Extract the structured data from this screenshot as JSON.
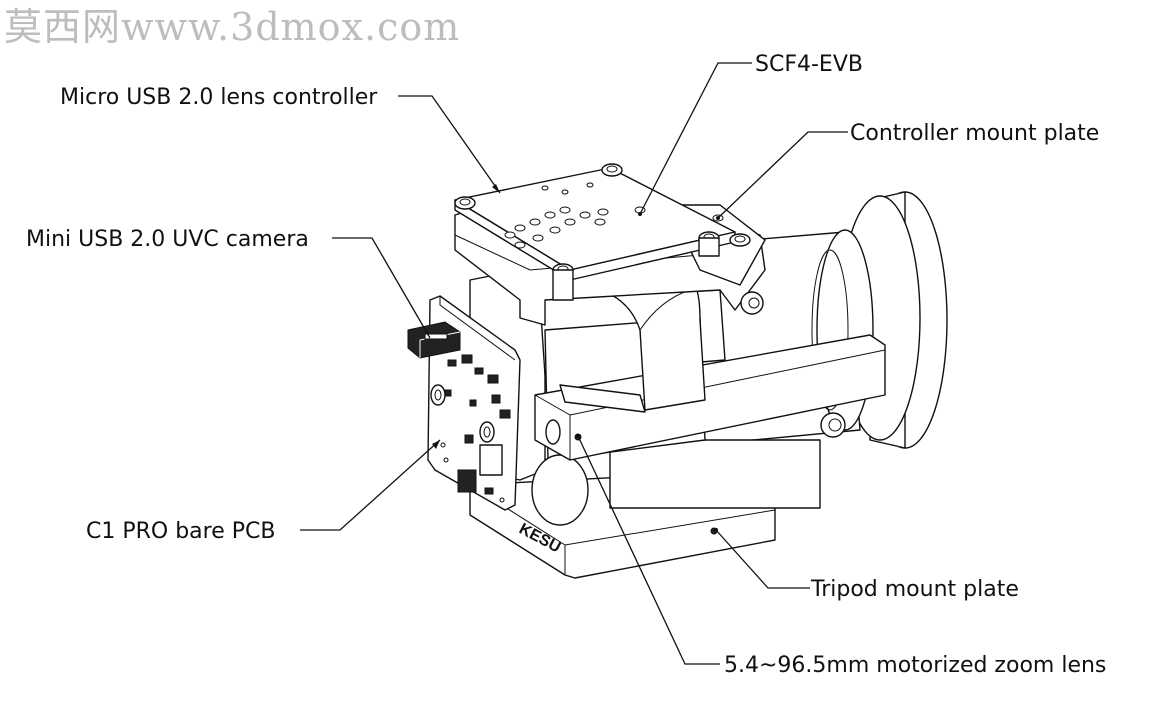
{
  "watermark": "莫西网www.3dmox.com",
  "labels": {
    "scf4": "SCF4-EVB",
    "micro_usb": "Micro USB 2.0 lens controller",
    "controller_plate": "Controller mount plate",
    "mini_usb": "Mini USB 2.0 UVC camera",
    "c1_pcb": "C1 PRO bare PCB",
    "tripod": "Tripod mount plate",
    "zoom_lens": "5.4~96.5mm motorized zoom lens"
  },
  "engraving": "KESU"
}
